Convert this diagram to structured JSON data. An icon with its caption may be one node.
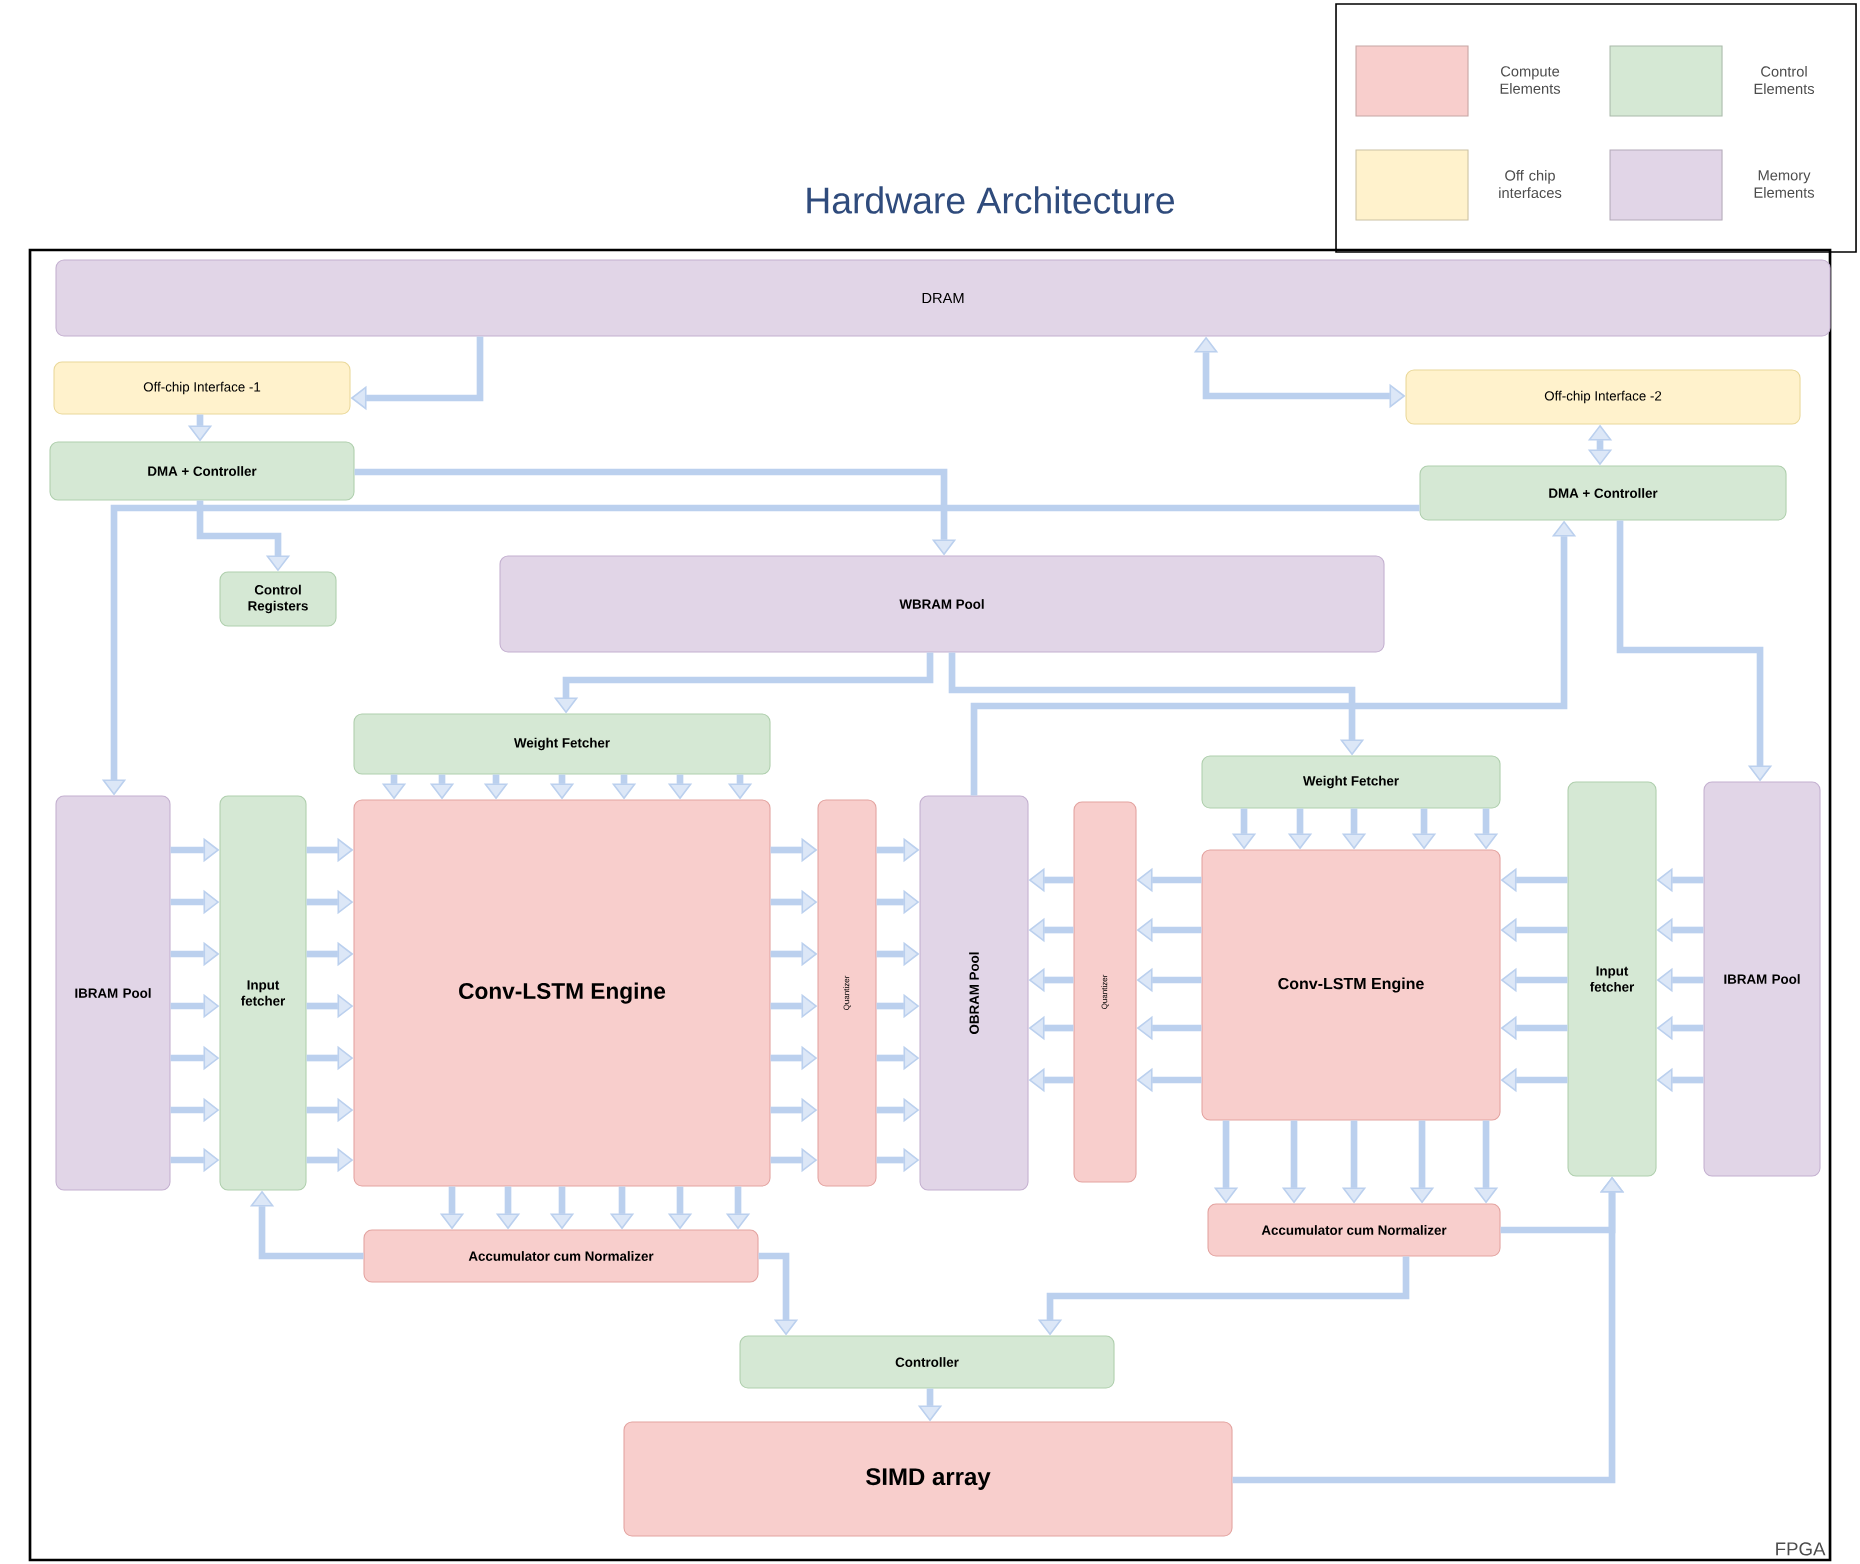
{
  "diagram": {
    "title": "Hardware Architecture",
    "nodes": [
      {
        "text": [
          "FPGA"
        ]
      },
      {
        "text": [
          "DRAM"
        ],
        "in": 0
      },
      {
        "text": [
          "Off-chip Interface -1"
        ],
        "in": 0
      },
      {
        "text": [
          "DMA + Controller"
        ],
        "in": 0
      },
      {
        "text": [
          "Control Registers"
        ],
        "in": 0
      },
      {
        "text": [
          "WBRAM Pool"
        ],
        "in": 0
      },
      {
        "text": [
          "Off-chip Interface -2"
        ],
        "in": 0
      },
      {
        "text": [
          "DMA + Controller"
        ],
        "in": 0
      },
      {
        "text": [
          "Weight Fetcher"
        ],
        "in": 0
      },
      {
        "text": [
          "IBRAM Pool"
        ],
        "in": 0
      },
      {
        "text": [
          "Input fetcher"
        ],
        "in": 0
      },
      {
        "text": [
          "Conv-LSTM Engine"
        ],
        "in": 0
      },
      {
        "text": [
          "Quantizer"
        ],
        "in": 0
      },
      {
        "text": [
          "OBRAM Pool"
        ],
        "in": 0
      },
      {
        "text": [
          "Quantizer"
        ],
        "in": 0
      },
      {
        "text": [
          "Weight Fetcher"
        ],
        "in": 0
      },
      {
        "text": [
          "Conv-LSTM Engine"
        ],
        "in": 0
      },
      {
        "text": [
          "Input fetcher"
        ],
        "in": 0
      },
      {
        "text": [
          "IBRAM Pool"
        ],
        "in": 0
      },
      {
        "text": [
          "Accumulator cum Normalizer"
        ],
        "in": 0
      },
      {
        "text": [
          "Accumulator cum Normalizer"
        ],
        "in": 0
      },
      {
        "text": [
          "Controller"
        ],
        "in": 0
      },
      {
        "text": [
          "SIMD array"
        ],
        "in": 0
      }
    ],
    "edges": [
      {
        "from": 1,
        "to": 2,
        "arrow": "to"
      },
      {
        "from": 1,
        "to": 6,
        "arrow": "both"
      },
      {
        "from": 2,
        "to": 3,
        "arrow": "to"
      },
      {
        "from": 6,
        "to": 7,
        "arrow": "both"
      },
      {
        "from": 3,
        "to": 4,
        "arrow": "to"
      },
      {
        "from": 3,
        "to": 5,
        "arrow": "to"
      },
      {
        "from": 7,
        "to": 9,
        "arrow": "to"
      },
      {
        "from": 5,
        "to": 8,
        "arrow": "to"
      },
      {
        "from": 5,
        "to": 15,
        "arrow": "to"
      },
      {
        "from": 13,
        "to": 7,
        "arrow": "to"
      },
      {
        "from": 7,
        "to": 18,
        "arrow": "to"
      },
      {
        "from": 9,
        "to": 10,
        "arrow": "to"
      },
      {
        "from": 9,
        "to": 10,
        "arrow": "to"
      },
      {
        "from": 9,
        "to": 10,
        "arrow": "to"
      },
      {
        "from": 9,
        "to": 10,
        "arrow": "to"
      },
      {
        "from": 9,
        "to": 10,
        "arrow": "to"
      },
      {
        "from": 9,
        "to": 10,
        "arrow": "to"
      },
      {
        "from": 9,
        "to": 10,
        "arrow": "to"
      },
      {
        "from": 10,
        "to": 11,
        "arrow": "to"
      },
      {
        "from": 10,
        "to": 11,
        "arrow": "to"
      },
      {
        "from": 10,
        "to": 11,
        "arrow": "to"
      },
      {
        "from": 10,
        "to": 11,
        "arrow": "to"
      },
      {
        "from": 10,
        "to": 11,
        "arrow": "to"
      },
      {
        "from": 10,
        "to": 11,
        "arrow": "to"
      },
      {
        "from": 10,
        "to": 11,
        "arrow": "to"
      },
      {
        "from": 8,
        "to": 11,
        "arrow": "to"
      },
      {
        "from": 8,
        "to": 11,
        "arrow": "to"
      },
      {
        "from": 8,
        "to": 11,
        "arrow": "to"
      },
      {
        "from": 8,
        "to": 11,
        "arrow": "to"
      },
      {
        "from": 8,
        "to": 11,
        "arrow": "to"
      },
      {
        "from": 8,
        "to": 11,
        "arrow": "to"
      },
      {
        "from": 8,
        "to": 11,
        "arrow": "to"
      },
      {
        "from": 11,
        "to": 12,
        "arrow": "to"
      },
      {
        "from": 11,
        "to": 12,
        "arrow": "to"
      },
      {
        "from": 11,
        "to": 12,
        "arrow": "to"
      },
      {
        "from": 11,
        "to": 12,
        "arrow": "to"
      },
      {
        "from": 11,
        "to": 12,
        "arrow": "to"
      },
      {
        "from": 11,
        "to": 12,
        "arrow": "to"
      },
      {
        "from": 11,
        "to": 12,
        "arrow": "to"
      },
      {
        "from": 12,
        "to": 13,
        "arrow": "to"
      },
      {
        "from": 12,
        "to": 13,
        "arrow": "to"
      },
      {
        "from": 12,
        "to": 13,
        "arrow": "to"
      },
      {
        "from": 12,
        "to": 13,
        "arrow": "to"
      },
      {
        "from": 12,
        "to": 13,
        "arrow": "to"
      },
      {
        "from": 12,
        "to": 13,
        "arrow": "to"
      },
      {
        "from": 12,
        "to": 13,
        "arrow": "to"
      },
      {
        "from": 11,
        "to": 19,
        "arrow": "to"
      },
      {
        "from": 11,
        "to": 19,
        "arrow": "to"
      },
      {
        "from": 11,
        "to": 19,
        "arrow": "to"
      },
      {
        "from": 11,
        "to": 19,
        "arrow": "to"
      },
      {
        "from": 11,
        "to": 19,
        "arrow": "to"
      },
      {
        "from": 11,
        "to": 19,
        "arrow": "to"
      },
      {
        "from": 15,
        "to": 16,
        "arrow": "to"
      },
      {
        "from": 15,
        "to": 16,
        "arrow": "to"
      },
      {
        "from": 15,
        "to": 16,
        "arrow": "to"
      },
      {
        "from": 15,
        "to": 16,
        "arrow": "to"
      },
      {
        "from": 15,
        "to": 16,
        "arrow": "to"
      },
      {
        "from": 18,
        "to": 17,
        "arrow": "to"
      },
      {
        "from": 18,
        "to": 17,
        "arrow": "to"
      },
      {
        "from": 18,
        "to": 17,
        "arrow": "to"
      },
      {
        "from": 18,
        "to": 17,
        "arrow": "to"
      },
      {
        "from": 18,
        "to": 17,
        "arrow": "to"
      },
      {
        "from": 17,
        "to": 16,
        "arrow": "to"
      },
      {
        "from": 17,
        "to": 16,
        "arrow": "to"
      },
      {
        "from": 17,
        "to": 16,
        "arrow": "to"
      },
      {
        "from": 17,
        "to": 16,
        "arrow": "to"
      },
      {
        "from": 17,
        "to": 16,
        "arrow": "to"
      },
      {
        "from": 16,
        "to": 14,
        "arrow": "to"
      },
      {
        "from": 16,
        "to": 14,
        "arrow": "to"
      },
      {
        "from": 16,
        "to": 14,
        "arrow": "to"
      },
      {
        "from": 16,
        "to": 14,
        "arrow": "to"
      },
      {
        "from": 16,
        "to": 14,
        "arrow": "to"
      },
      {
        "from": 14,
        "to": 13,
        "arrow": "to"
      },
      {
        "from": 14,
        "to": 13,
        "arrow": "to"
      },
      {
        "from": 14,
        "to": 13,
        "arrow": "to"
      },
      {
        "from": 14,
        "to": 13,
        "arrow": "to"
      },
      {
        "from": 14,
        "to": 13,
        "arrow": "to"
      },
      {
        "from": 16,
        "to": 20,
        "arrow": "to"
      },
      {
        "from": 16,
        "to": 20,
        "arrow": "to"
      },
      {
        "from": 16,
        "to": 20,
        "arrow": "to"
      },
      {
        "from": 16,
        "to": 20,
        "arrow": "to"
      },
      {
        "from": 16,
        "to": 20,
        "arrow": "to"
      },
      {
        "from": 19,
        "to": 10,
        "arrow": "to"
      },
      {
        "from": 19,
        "to": 21,
        "arrow": "to"
      },
      {
        "from": 20,
        "to": 21,
        "arrow": "to"
      },
      {
        "from": 20,
        "to": 17,
        "arrow": "to"
      },
      {
        "from": 22,
        "to": 17,
        "arrow": "to"
      },
      {
        "from": 21,
        "to": 22,
        "arrow": "to"
      }
    ],
    "legend": [
      {
        "text": "Compute Elements",
        "color": "#f8cecc"
      },
      {
        "text": "Control Elements",
        "color": "#d5e8d4"
      },
      {
        "text": "Off chip interfaces",
        "color": "#fff2cc"
      },
      {
        "text": "Memory Elements",
        "color": "#e1d5e7"
      }
    ]
  }
}
